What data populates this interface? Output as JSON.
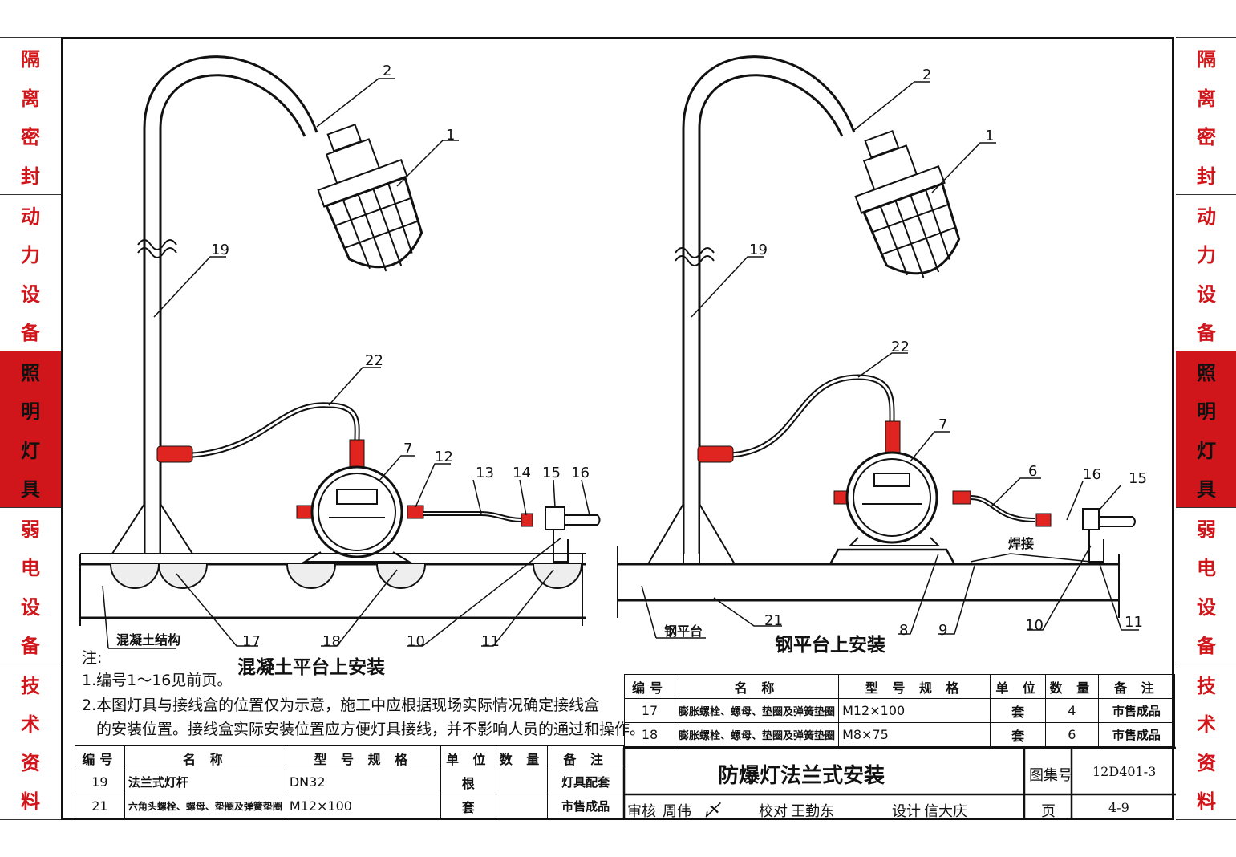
{
  "side_tabs": [
    {
      "id": "isolation",
      "chars": [
        "隔",
        "离",
        "密",
        "封"
      ],
      "active": false
    },
    {
      "id": "power",
      "chars": [
        "动",
        "力",
        "设",
        "备"
      ],
      "active": false
    },
    {
      "id": "lighting",
      "chars": [
        "照",
        "明",
        "灯",
        "具"
      ],
      "active": true
    },
    {
      "id": "weak",
      "chars": [
        "弱",
        "电",
        "设",
        "备"
      ],
      "active": false
    },
    {
      "id": "tech",
      "chars": [
        "技",
        "术",
        "资",
        "料"
      ],
      "active": false
    }
  ],
  "colors": {
    "tab_red": "#d0161b",
    "line": "#111111",
    "fitting_red": "#e0241f"
  },
  "left_view": {
    "title": "混凝土平台上安装",
    "ground_label": "混凝土结构",
    "callouts": {
      "c1": "1",
      "c2": "2",
      "c19": "19",
      "c22": "22",
      "c7": "7",
      "c12": "12",
      "c13": "13",
      "c14": "14",
      "c15": "15",
      "c16": "16",
      "c17": "17",
      "c18": "18",
      "c10": "10",
      "c11": "11"
    }
  },
  "right_view": {
    "title": "钢平台上安装",
    "ground_label": "钢平台",
    "weld_label": "焊接",
    "callouts": {
      "c1": "1",
      "c2": "2",
      "c19": "19",
      "c22": "22",
      "c7": "7",
      "c6": "6",
      "c16": "16",
      "c15": "15",
      "c21": "21",
      "c8": "8",
      "c9": "9",
      "c10": "10",
      "c11": "11"
    }
  },
  "notes": {
    "heading": "注:",
    "line1": "1.编号1～16见前页。",
    "line2": "2.本图灯具与接线盒的位置仅为示意，施工中应根据现场实际情况确定接线盒",
    "line3": "的安装位置。接线盒实际安装位置应方便灯具接线，并不影响人员的通过和操作。"
  },
  "table_right": {
    "headers": [
      "编号",
      "名 称",
      "型 号 规 格",
      "单 位",
      "数 量",
      "备 注"
    ],
    "rows": [
      [
        "17",
        "膨胀螺栓、螺母、垫圈及弹簧垫圈",
        "M12×100",
        "套",
        "4",
        "市售成品"
      ],
      [
        "18",
        "膨胀螺栓、螺母、垫圈及弹簧垫圈",
        "M8×75",
        "套",
        "6",
        "市售成品"
      ]
    ]
  },
  "table_left": {
    "headers": [
      "编号",
      "名 称",
      "型 号 规 格",
      "单 位",
      "数 量",
      "备 注"
    ],
    "rows": [
      [
        "19",
        "法兰式灯杆",
        "DN32",
        "根",
        "",
        "灯具配套"
      ],
      [
        "21",
        "六角头螺栓、螺母、垫圈及弹簧垫圈",
        "M12×100",
        "套",
        "",
        "市售成品"
      ]
    ]
  },
  "title_block": {
    "drawing_title": "防爆灯法兰式安装",
    "atlas_label": "图集号",
    "atlas_no": "12D401-3",
    "review_label": "审核",
    "reviewer": "周伟",
    "check_label": "校对",
    "checker": "王勤东",
    "design_label": "设计",
    "designer": "信大庆",
    "page_label": "页",
    "page_no": "4-9"
  }
}
